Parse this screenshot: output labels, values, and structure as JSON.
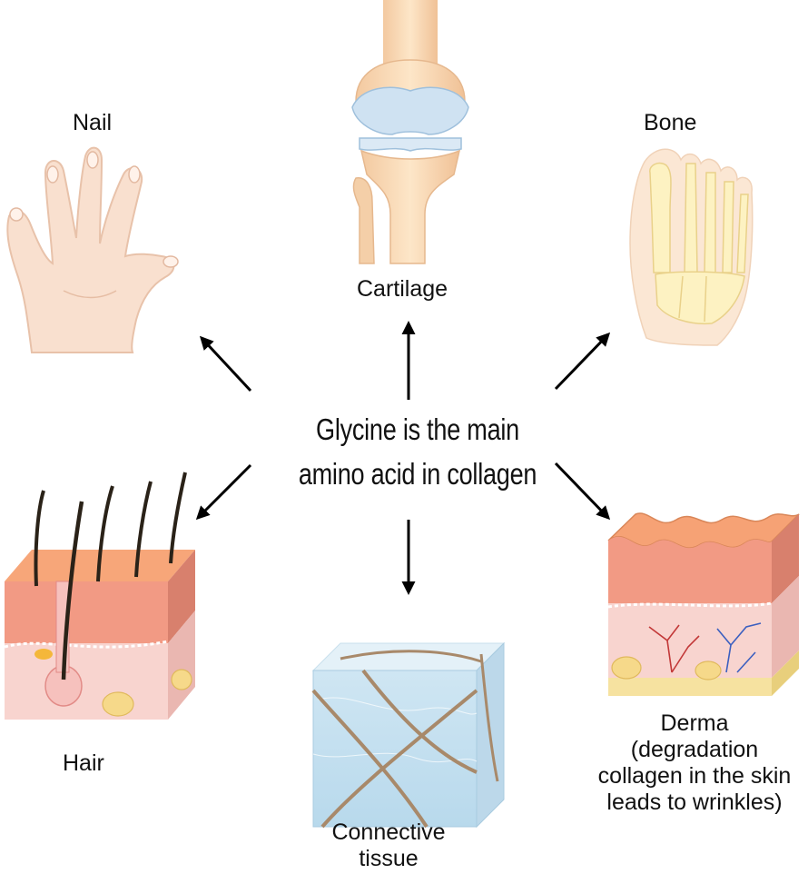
{
  "center": {
    "line1": "Glycine is the main",
    "line2": "amino acid in collagen"
  },
  "labels": {
    "nail": "Nail",
    "cartilage": "Cartilage",
    "bone": "Bone",
    "hair": "Hair",
    "connective_line1": "Connective",
    "connective_line2": "tissue",
    "derma_line1": "Derma",
    "derma_line2": "(degradation",
    "derma_line3": "collagen in the skin",
    "derma_line4": "leads to wrinkles)"
  },
  "colors": {
    "skin": "#f7dccb",
    "bone": "#fbe7b4",
    "cartilage": "#cfe2f2",
    "epidermis": "#f0a98b",
    "dermis": "#f7d2cf",
    "fat": "#f6d98a",
    "fiber": "#a8896a",
    "cube": "#d7eaf4",
    "arrow": "#000000"
  },
  "icons": [
    "hand-icon",
    "knee-joint-icon",
    "foot-bones-icon",
    "hair-skin-icon",
    "connective-tissue-icon",
    "derma-skin-icon"
  ]
}
